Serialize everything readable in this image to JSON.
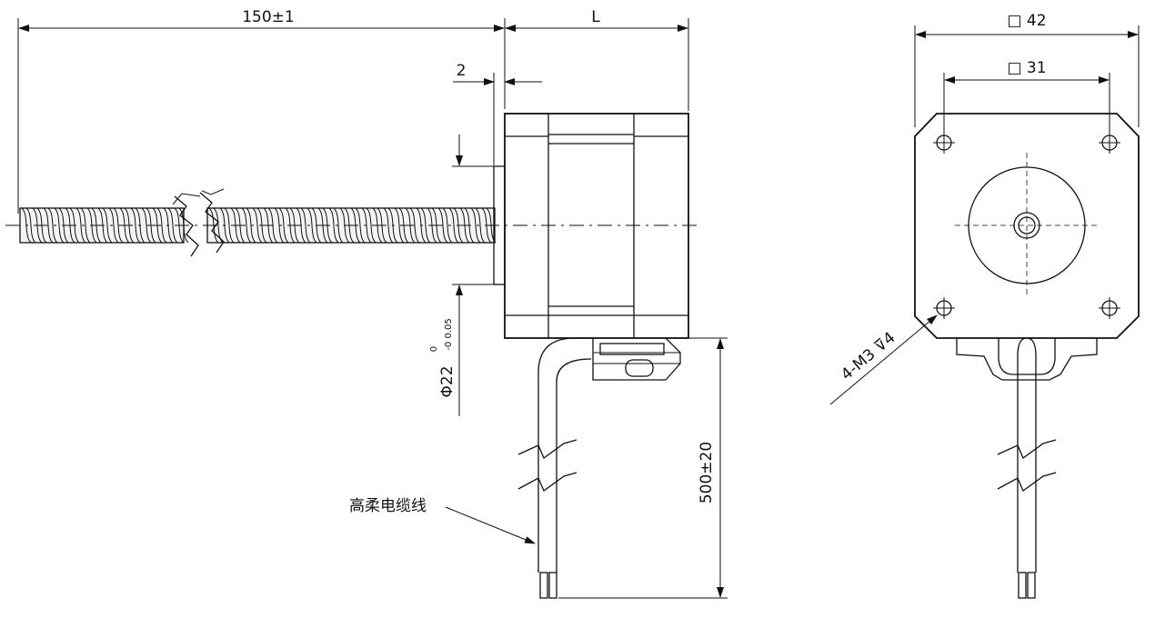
{
  "dimensions": {
    "screw_length": "150±1",
    "motor_length": "L",
    "flange_thickness": "2",
    "boss_diameter": "Φ22",
    "boss_tol_upper": "0",
    "boss_tol_lower": "-0 0.05",
    "cable_length": "500±20",
    "frame_size": "□ 42",
    "hole_spacing": "□ 31",
    "mount_holes": "4-M3 ⊽4"
  },
  "labels": {
    "cable": "高柔电缆线"
  }
}
